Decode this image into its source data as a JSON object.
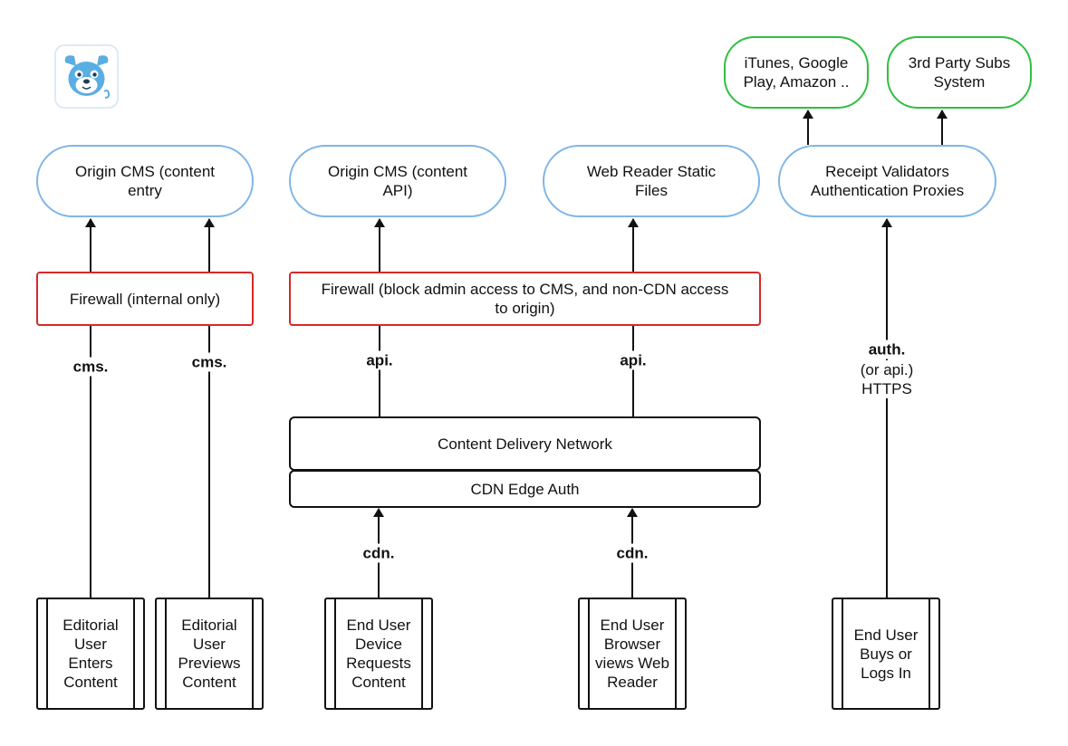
{
  "logo": {
    "icon": "pug-logo-icon",
    "color": "#5aaee3"
  },
  "colors": {
    "service_border": "#7fb5e6",
    "external_border": "#2fbf3f",
    "firewall_border": "#d42a2a",
    "line": "#111111"
  },
  "nodes": {
    "origin_cms_entry": "Origin CMS (content\nentry",
    "origin_cms_api": "Origin CMS (content\nAPI)",
    "web_reader_static": "Web Reader Static\nFiles",
    "receipt_validators": "Receipt Validators\nAuthentication Proxies",
    "itunes": "iTunes, Google\nPlay, Amazon ..",
    "third_party_subs": "3rd Party Subs\nSystem",
    "firewall_internal": "Firewall (internal only)",
    "firewall_block": "Firewall (block admin access to CMS, and non-CDN access\nto origin)",
    "cdn": "Content Delivery Network",
    "cdn_edge_auth": "CDN Edge Auth",
    "actor_editorial_enters": "Editorial\nUser\nEnters\nContent",
    "actor_editorial_previews": "Editorial\nUser\nPreviews\nContent",
    "actor_device": "End User\nDevice\nRequests\nContent",
    "actor_browser": "End User\nBrowser\nviews Web\nReader",
    "actor_buys": "End User\nBuys or\nLogs In"
  },
  "edge_labels": {
    "cms_1": "cms.",
    "cms_2": "cms.",
    "api_1": "api.",
    "api_2": "api.",
    "cdn_1": "cdn.",
    "cdn_2": "cdn.",
    "auth_title": "auth.",
    "auth_sub": "(or api.)\nHTTPS"
  }
}
